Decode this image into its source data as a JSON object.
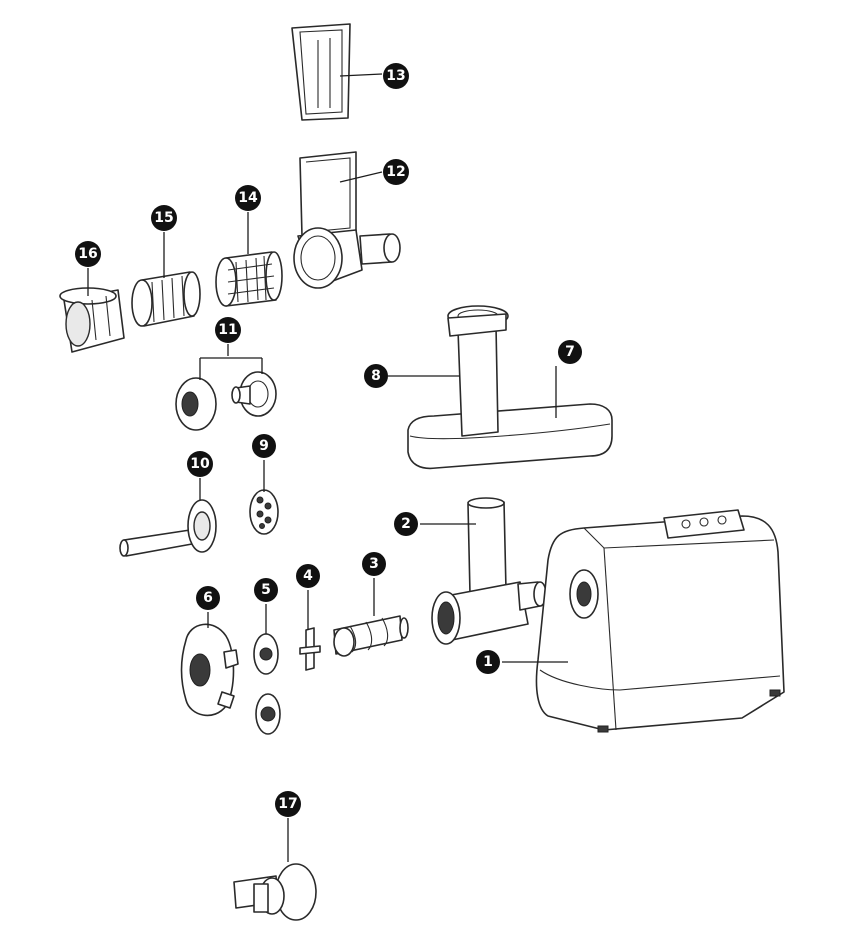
{
  "labels": {
    "n1": "1",
    "n2": "2",
    "n3": "3",
    "n4": "4",
    "n5": "5",
    "n6": "6",
    "n7": "7",
    "n8": "8",
    "n9": "9",
    "n10": "10",
    "n11": "11",
    "n12": "12",
    "n13": "13",
    "n14": "14",
    "n15": "15",
    "n16": "16",
    "n17": "17"
  }
}
